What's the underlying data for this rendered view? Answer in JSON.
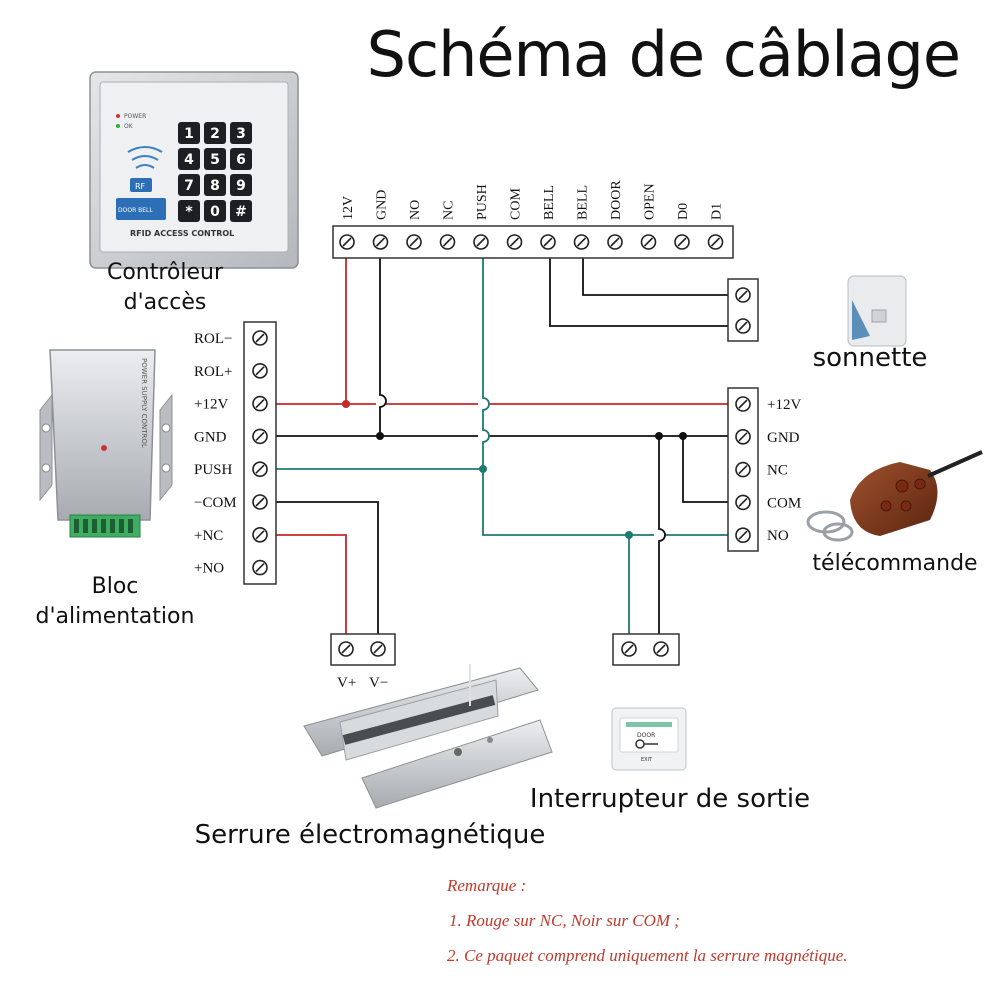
{
  "title": "Schéma de câblage",
  "controller": {
    "caption": "Contrôleur d'accès",
    "keypad": [
      "1",
      "2",
      "3",
      "4",
      "5",
      "6",
      "7",
      "8",
      "9",
      "*",
      "0",
      "#"
    ],
    "leds": [
      "POWER",
      "OK"
    ],
    "device_label": "RFID ACCESS CONTROL",
    "rf_badge": "RF",
    "door_bell": "DOOR BELL",
    "terminals": [
      "12V",
      "GND",
      "NO",
      "NC",
      "PUSH",
      "COM",
      "BELL",
      "BELL",
      "DOOR",
      "OPEN",
      "D0",
      "D1"
    ]
  },
  "power_supply": {
    "caption": "Bloc d'alimentation",
    "terminals": [
      "ROL−",
      "ROL+",
      "+12V",
      "GND",
      "PUSH",
      "−COM",
      "+NC",
      "+NO"
    ],
    "front_text": "POWER SUPPLY CONTROL"
  },
  "remote_receiver": {
    "terminals": [
      "+12V",
      "GND",
      "NC",
      "COM",
      "NO"
    ],
    "caption": "télécommande"
  },
  "doorbell": {
    "caption": "sonnette"
  },
  "lock": {
    "terminals": [
      "V+",
      "V−"
    ],
    "caption": "Serrure électromagnétique"
  },
  "exit_switch": {
    "caption": "Interrupteur de sortie",
    "plate_text": "DOOR",
    "plate_sub": "EXIT"
  },
  "remarks": {
    "heading": "Remarque :",
    "line1": "1. Rouge sur NC, Noir sur COM ;",
    "line2": "2. Ce paquet comprend uniquement la serrure magnétique."
  },
  "colors": {
    "wire_red": "#c62828",
    "wire_black": "#111111",
    "wire_teal": "#1f7a72",
    "remark_red": "#c0392b"
  }
}
